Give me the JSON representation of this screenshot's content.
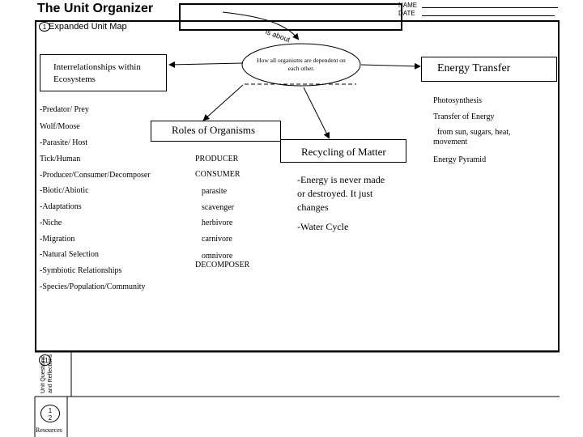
{
  "header": {
    "title": "The Unit Organizer",
    "name_label": "NAME",
    "date_label": "DATE"
  },
  "expanded_map": {
    "number": "1",
    "label": "Expanded Unit Map",
    "is_about": "is about"
  },
  "center_oval": {
    "text": "How all organisms are dependent on each other."
  },
  "interrelationships": {
    "title": "Interrelationships within Ecosystems",
    "items": [
      "-Predator/ Prey",
      "Wolf/Moose",
      "-Parasite/ Host",
      "Tick/Human",
      "-Producer/Consumer/Decomposer",
      "-Biotic/Abiotic",
      "-Adaptations",
      "-Niche",
      "-Migration",
      "-Natural Selection",
      "-Symbiotic Relationships",
      "-Species/Population/Community"
    ]
  },
  "roles": {
    "title": "Roles of Organisms",
    "items": [
      "PRODUCER",
      "CONSUMER",
      "parasite",
      "scavenger",
      "herbivore",
      "carnivore",
      "omnivore",
      "DECOMPOSER"
    ]
  },
  "recycling": {
    "title": "Recycling of Matter",
    "items": [
      "-Energy is never made or destroyed. It just changes",
      "-Water Cycle"
    ]
  },
  "energy": {
    "title": "Energy Transfer",
    "items": [
      "Photosynthesis",
      "Transfer of Energy",
      "from sun, sugars, heat, movement",
      "Energy Pyramid"
    ]
  },
  "unit_questions": {
    "number": "11",
    "label": "Unit Questions and Reflections"
  },
  "resources": {
    "number": "12",
    "label": "Resources"
  }
}
